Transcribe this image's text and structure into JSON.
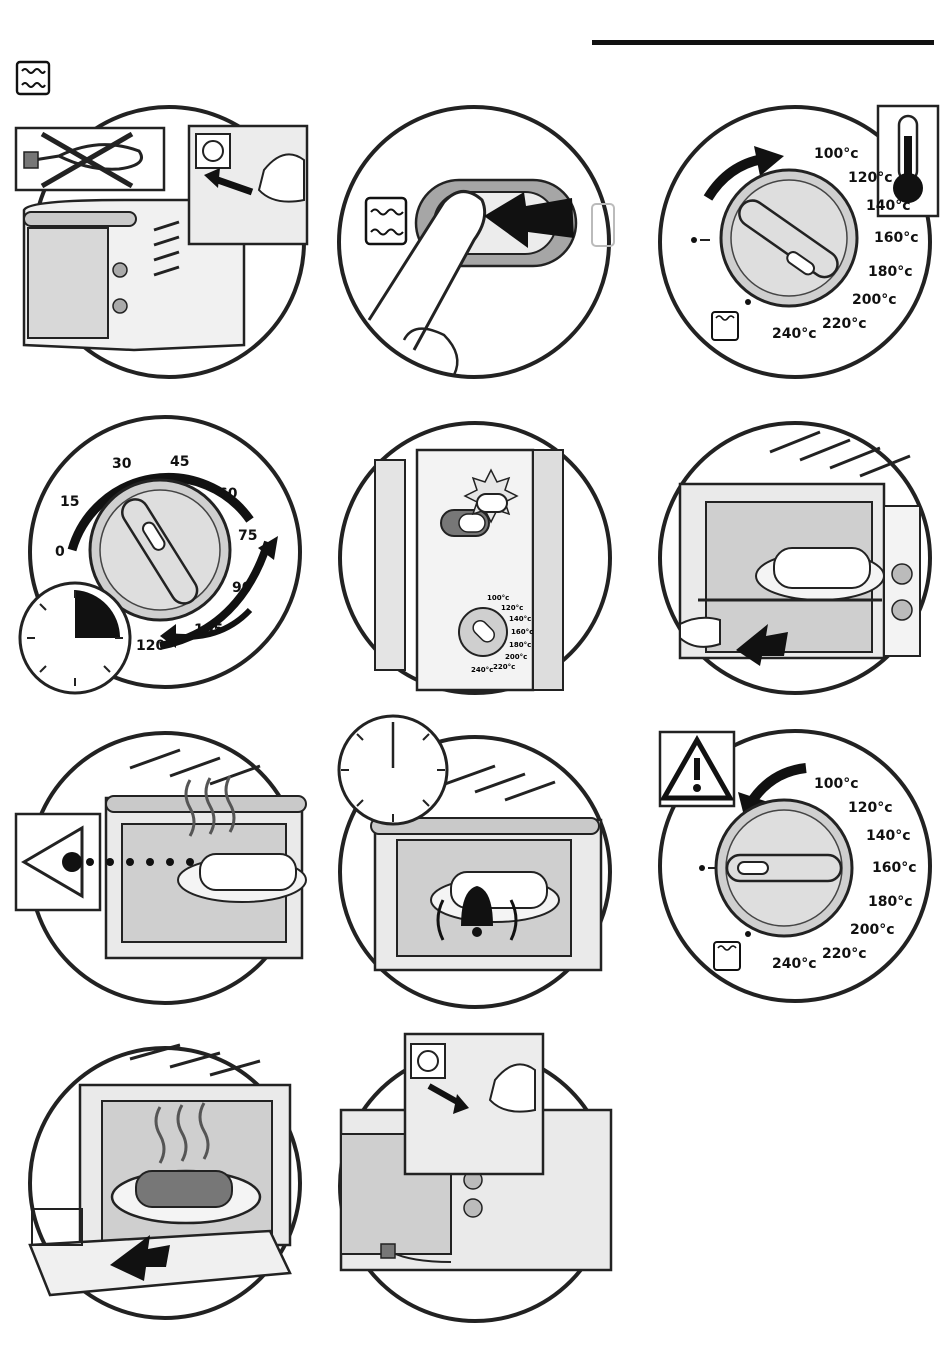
{
  "temperature_dial": {
    "marks": [
      "100°c",
      "120°c",
      "140°c",
      "160°c",
      "180°c",
      "200°c",
      "220°c",
      "240°c"
    ]
  },
  "timer_dial": {
    "marks": [
      "0",
      "15",
      "30",
      "45",
      "60",
      "75",
      "90",
      "105",
      "120"
    ]
  },
  "mini_temperature_scale": {
    "marks": [
      "100°c",
      "120°c",
      "140°c",
      "160°c",
      "180°c",
      "200°c",
      "220°c",
      "240°c"
    ]
  },
  "icons": [
    "oven-mode-icon",
    "unplug-icon",
    "plug-socket-icon",
    "thermometer-icon",
    "clock-icon",
    "eye-icon",
    "bell-icon",
    "warning-icon",
    "arrow-icon"
  ]
}
